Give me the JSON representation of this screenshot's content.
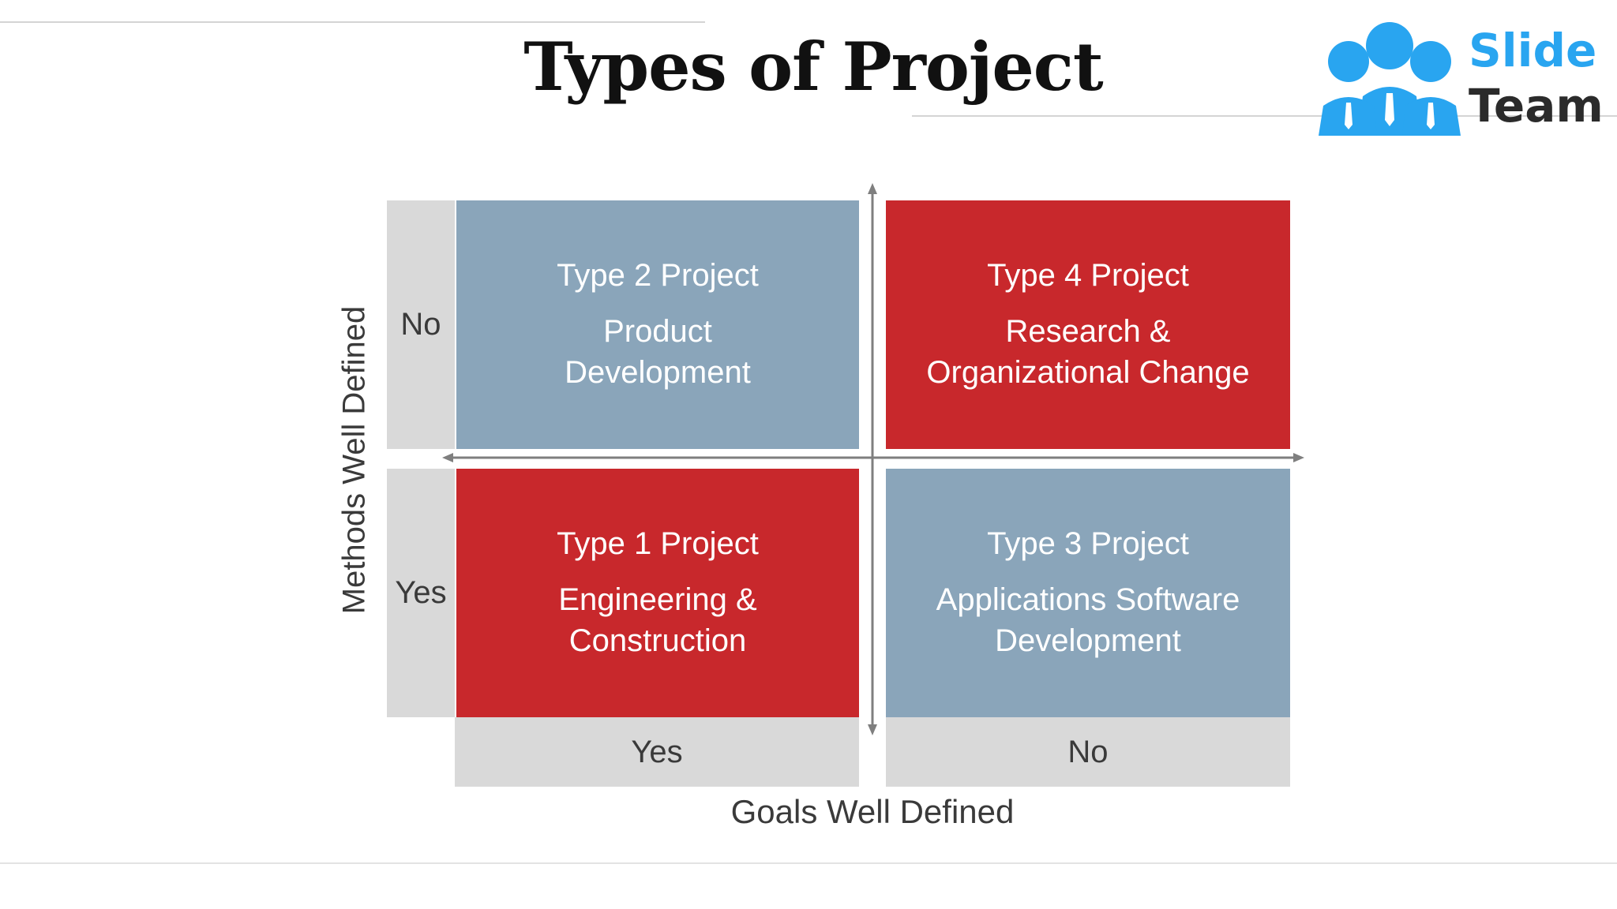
{
  "title": "Types of Project",
  "logo": {
    "word_1": "Slide",
    "word_2": "Team",
    "accent": "#29a5f0",
    "icon": "people-group-icon"
  },
  "axes": {
    "y_label": "Methods Well Defined",
    "x_label": "Goals Well Defined",
    "y_ticks": [
      "No",
      "Yes"
    ],
    "x_ticks": [
      "Yes",
      "No"
    ]
  },
  "quadrants": {
    "top_left": {
      "type": "Type 2 Project",
      "desc": "Product Development",
      "color": "#8aa5ba"
    },
    "top_right": {
      "type": "Type 4 Project",
      "desc": "Research & Organizational Change",
      "color": "#c8282c"
    },
    "bottom_left": {
      "type": "Type 1 Project",
      "desc": "Engineering & Construction",
      "color": "#c8282c"
    },
    "bottom_right": {
      "type": "Type 3 Project",
      "desc": "Applications Software Development",
      "color": "#8aa5ba"
    }
  }
}
